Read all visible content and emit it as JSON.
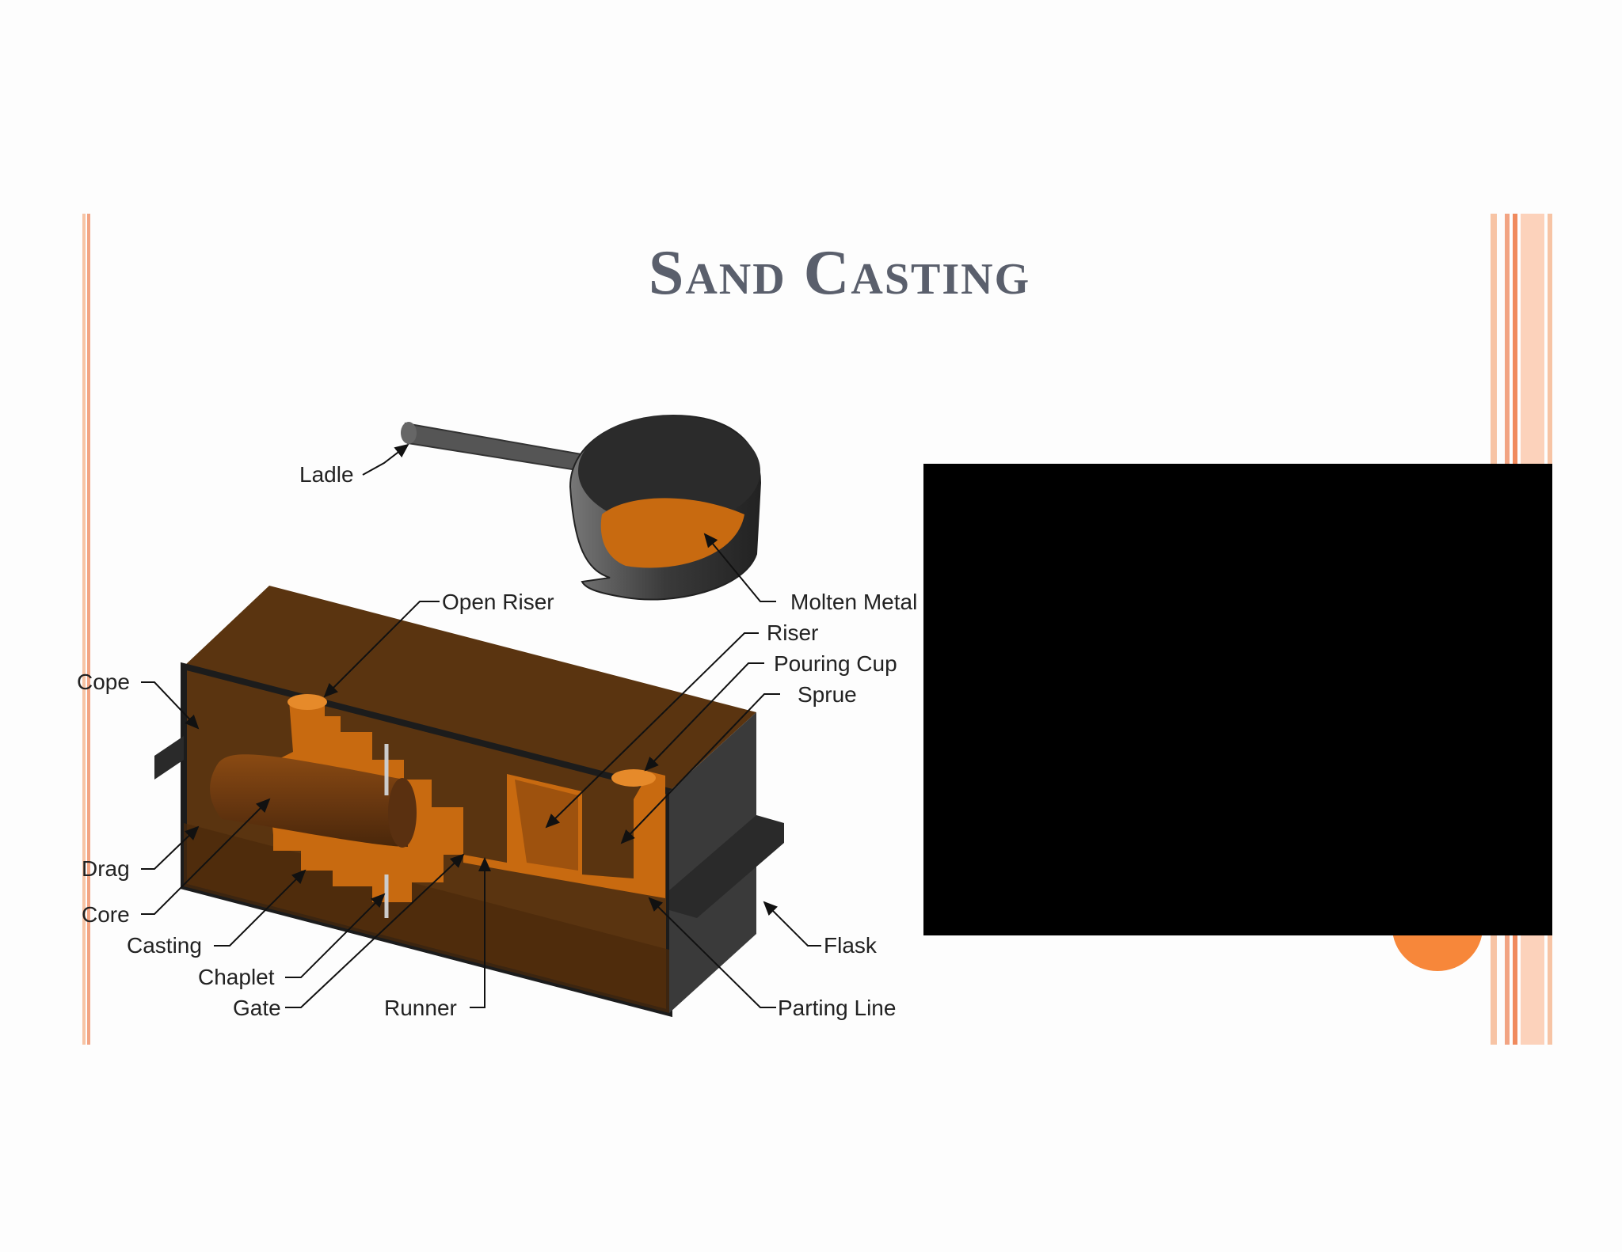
{
  "slide": {
    "title": "Sand Casting"
  },
  "diagram": {
    "labels": {
      "ladle": "Ladle",
      "molten_metal": "Molten Metal",
      "open_riser": "Open Riser",
      "riser": "Riser",
      "pouring_cup": "Pouring Cup",
      "sprue": "Sprue",
      "cope": "Cope",
      "drag": "Drag",
      "core": "Core",
      "casting": "Casting",
      "chaplet": "Chaplet",
      "gate": "Gate",
      "runner": "Runner",
      "flask": "Flask",
      "parting_line": "Parting Line"
    }
  },
  "colors": {
    "accent": "#f7c4a5",
    "accent_strong": "#f08a5d",
    "title": "#5a5f6c",
    "metal": "#c86a10",
    "mold": "#5a3410"
  }
}
